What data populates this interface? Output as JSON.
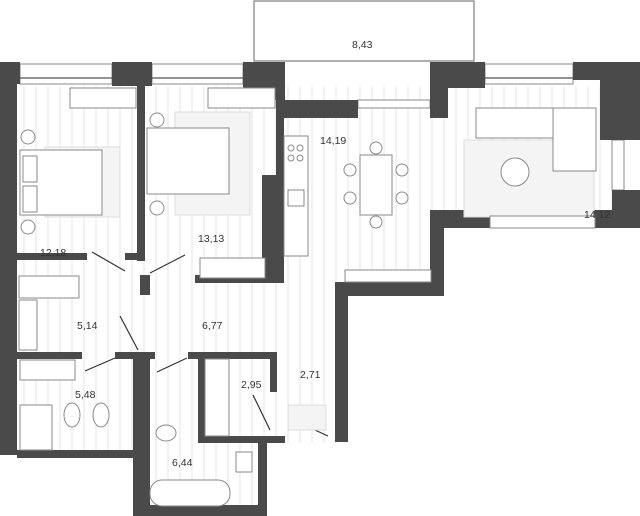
{
  "rooms": {
    "balcony": "8,43",
    "kitchen_dining": "14,19",
    "living": "14,12",
    "bedroom1": "12,18",
    "bedroom2": "13,13",
    "wardrobe": "5,14",
    "hall": "6,77",
    "bathroom1": "5,48",
    "closet": "2,95",
    "entrance": "2,71",
    "bathroom2": "6,44"
  },
  "colors": {
    "wall": "#4a4a4a",
    "floor_lines": "#e4e4e4"
  }
}
